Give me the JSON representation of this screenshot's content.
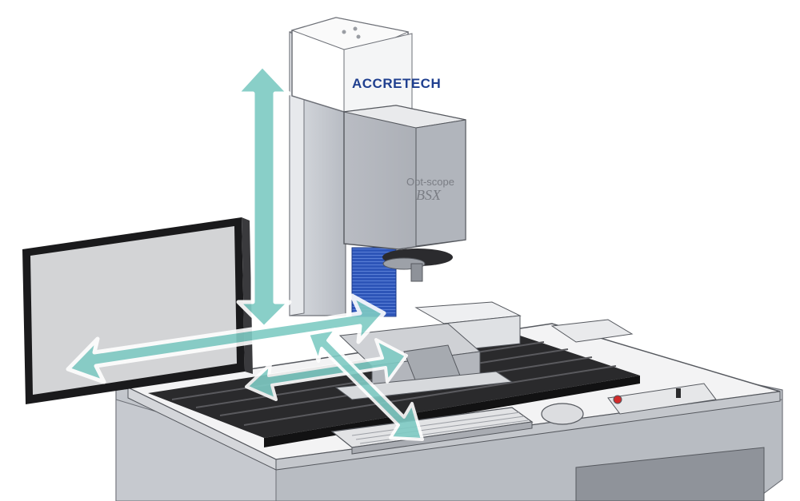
{
  "brand_label": "ACCRETECH",
  "model_label": "Opt-scope",
  "model_sublabel": "BSX",
  "colors": {
    "arrow_fill": "#7fcbc4",
    "arrow_outline": "#ffffff",
    "column_blue": "#2d55b8",
    "brand_text": "#1f3f8f",
    "body_gray": "#c9ccd2",
    "dark_rail": "#2a2a2c"
  },
  "icons": [
    "z-axis-arrow",
    "x-axis-arrow",
    "y-axis-arrow"
  ]
}
